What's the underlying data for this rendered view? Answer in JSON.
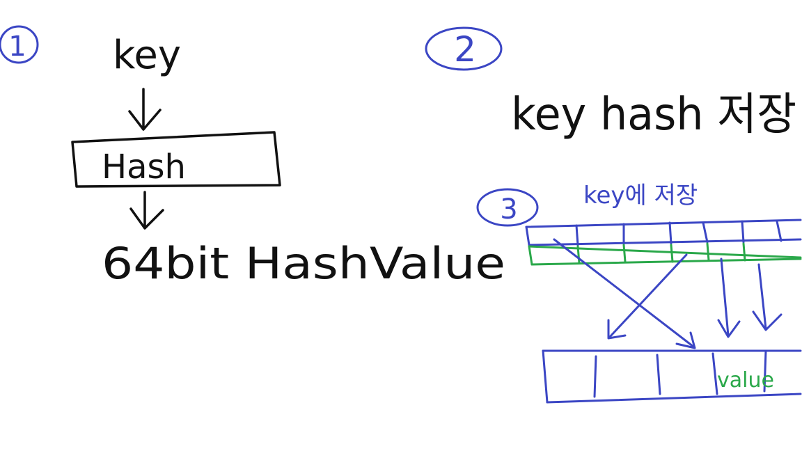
{
  "colors": {
    "ink": "#111111",
    "blue": "#3b46c4",
    "green": "#2aa84a",
    "background": "#ffffff"
  },
  "step1": {
    "number": "1",
    "input_label": "key",
    "box_label": "Hash",
    "output_label": "64bit HashValue"
  },
  "step2": {
    "number": "2",
    "text": "key hash 저장"
  },
  "step3": {
    "number": "3",
    "caption": "key에 저장",
    "value_label": "value"
  }
}
